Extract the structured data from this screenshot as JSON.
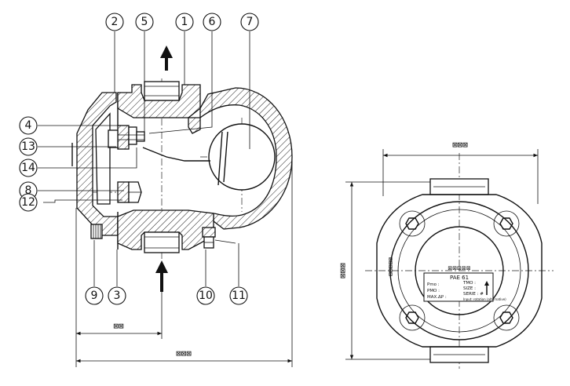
{
  "callouts": [
    {
      "id": "1",
      "label": "1"
    },
    {
      "id": "2",
      "label": "2"
    },
    {
      "id": "3",
      "label": "3"
    },
    {
      "id": "4",
      "label": "4"
    },
    {
      "id": "5",
      "label": "5"
    },
    {
      "id": "6",
      "label": "6"
    },
    {
      "id": "7",
      "label": "7"
    },
    {
      "id": "8",
      "label": "8"
    },
    {
      "id": "9",
      "label": "9"
    },
    {
      "id": "10",
      "label": "10"
    },
    {
      "id": "11",
      "label": "11"
    },
    {
      "id": "12",
      "label": "12"
    },
    {
      "id": "13",
      "label": "13"
    },
    {
      "id": "14",
      "label": "14"
    }
  ],
  "dimensions": {
    "inlet_offset": "⊠⊠",
    "overall_length_section": "⊠⊠⊠",
    "overall_width_front": "⊠⊠⊠",
    "overall_height_front": "⊠⊠⊠"
  },
  "nameplate": {
    "brand": "⊠⊠⊠⊠⊠",
    "model": "PAE 61",
    "row1_left": "Pmo :",
    "row1_right": "TMO :",
    "row2_left": "PMO :",
    "row2_right": "SIZE :",
    "row3_left": "MAX.ΔP :",
    "row3_right": "SERIE : #",
    "footer": "Input: rotation (alternative)"
  },
  "side_marking": "⊠⊠⊠⊠⊠"
}
